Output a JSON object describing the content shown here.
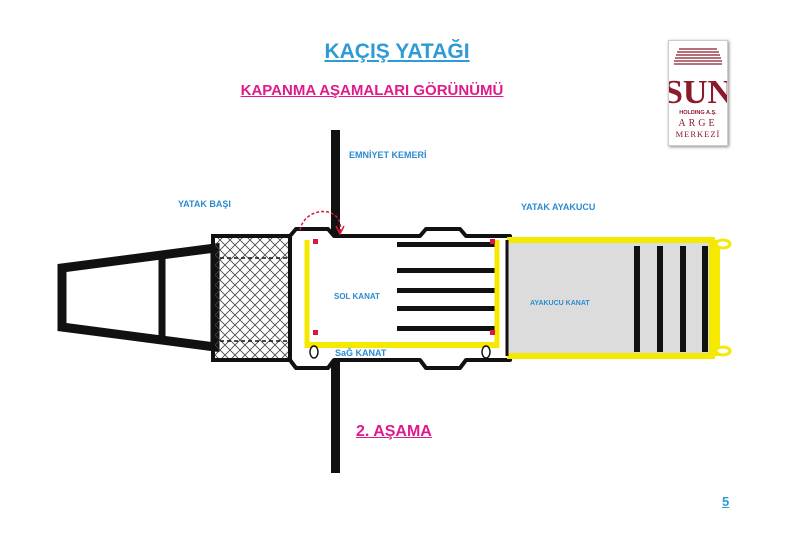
{
  "header": {
    "title": "KAÇIŞ YATAĞI",
    "subtitle": "KAPANMA AŞAMALARI GÖRÜNÜMÜ"
  },
  "logo": {
    "brand": "SUN",
    "line1": "HOLDING A.Ş.",
    "line2": "ARGE",
    "line3": "MERKEZİ",
    "color": "#8b1a2b"
  },
  "labels": {
    "emniyet_kemeri": "EMNİYET KEMERİ",
    "yatak_basi": "YATAK BAŞI",
    "yatak_ayakucu": "YATAK AYAKUCU",
    "sol_kanat": "SOL KANAT",
    "sag_kanat": "SaĞ KANAT",
    "ayakucu_kanat": "AYAKUCU KANAT"
  },
  "stage": "2. AŞAMA",
  "page_number": "5",
  "colors": {
    "title_blue": "#2e9bd6",
    "label_blue": "#2a8ccf",
    "accent_magenta": "#e0198c",
    "yellow": "#f5e900",
    "frame_black": "#111111",
    "panel_gray": "#dcdcdc",
    "marker_red": "#d81b3c"
  }
}
